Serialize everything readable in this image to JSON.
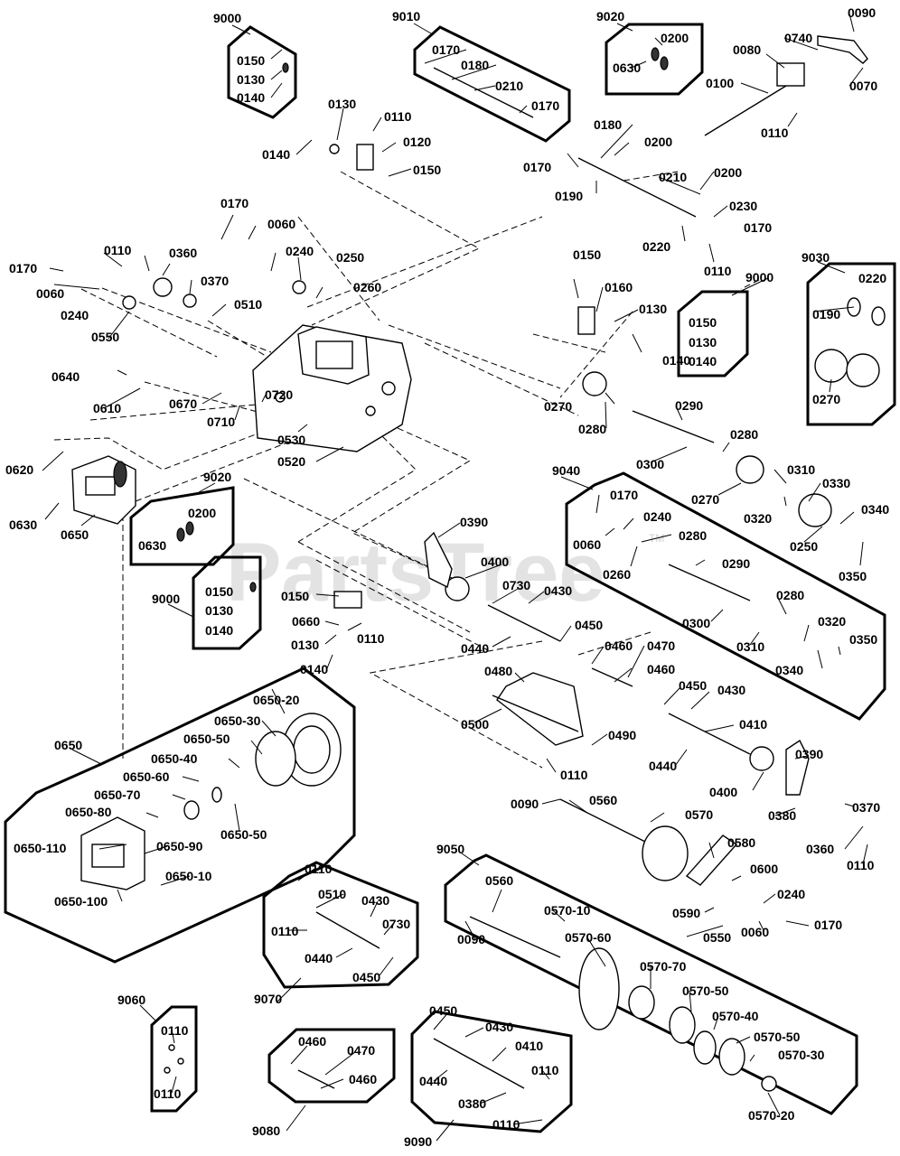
{
  "watermark": {
    "text": "PartsTree",
    "tm": "TM"
  },
  "group_labels": {
    "g9000a": "9000",
    "g9010": "9010",
    "g9020a": "9020",
    "g9000b": "9000",
    "g9030": "9030",
    "g9040": "9040",
    "g9020b": "9020",
    "g9000c": "9000",
    "g0650": "0650",
    "g9050": "9050",
    "g9070": "9070",
    "g9060": "9060",
    "g9080": "9080",
    "g9090": "9090"
  },
  "callouts": [
    "0150",
    "0130",
    "0140",
    "0170",
    "0180",
    "0210",
    "0170",
    "0200",
    "0630",
    "0090",
    "0740",
    "0080",
    "0070",
    "0100",
    "0110",
    "0130",
    "0110",
    "0120",
    "0150",
    "0140",
    "0180",
    "0200",
    "0170",
    "0190",
    "0210",
    "0200",
    "0230",
    "0170",
    "0220",
    "0110",
    "0170",
    "0060",
    "0240",
    "0250",
    "0260",
    "0170",
    "0110",
    "0360",
    "0370",
    "0060",
    "0510",
    "0240",
    "0550",
    "0150",
    "0160",
    "0130",
    "0140",
    "0150",
    "0130",
    "0140",
    "0220",
    "0190",
    "0270",
    "0640",
    "0610",
    "0670",
    "0720",
    "0710",
    "0530",
    "0520",
    "0620",
    "0630",
    "0650",
    "0270",
    "0280",
    "0290",
    "0280",
    "0300",
    "0310",
    "0270",
    "0330",
    "0320",
    "0340",
    "0250",
    "0350",
    "0200",
    "0630",
    "0170",
    "0240",
    "0060",
    "0280",
    "0260",
    "0290",
    "0300",
    "0280",
    "0320",
    "0310",
    "0340",
    "0350",
    "0390",
    "0400",
    "0730",
    "0430",
    "0450",
    "0440",
    "0150",
    "0130",
    "0140",
    "0150",
    "0660",
    "0110",
    "0130",
    "0140",
    "0460",
    "0470",
    "0480",
    "0460",
    "0500",
    "0490",
    "0110",
    "0450",
    "0430",
    "0410",
    "0440",
    "0390",
    "0400",
    "0650-20",
    "0650-30",
    "0650-50",
    "0650-40",
    "0650-60",
    "0650-70",
    "0650-80",
    "0650-110",
    "0650-90",
    "0650-10",
    "0650-50",
    "0650-100",
    "0560",
    "0570",
    "0580",
    "0600",
    "0240",
    "0170",
    "0060",
    "0590",
    "0550",
    "0090",
    "0380",
    "0370",
    "0360",
    "0110",
    "0110",
    "0510",
    "0430",
    "0730",
    "0110",
    "0440",
    "0450",
    "0560",
    "0570-10",
    "0090",
    "0570-60",
    "0570-70",
    "0570-50",
    "0570-40",
    "0570-50",
    "0570-30",
    "0570-20",
    "0110",
    "0110",
    "0460",
    "0470",
    "0460",
    "0450",
    "0430",
    "0410",
    "0110",
    "0440",
    "0380",
    "0110"
  ]
}
